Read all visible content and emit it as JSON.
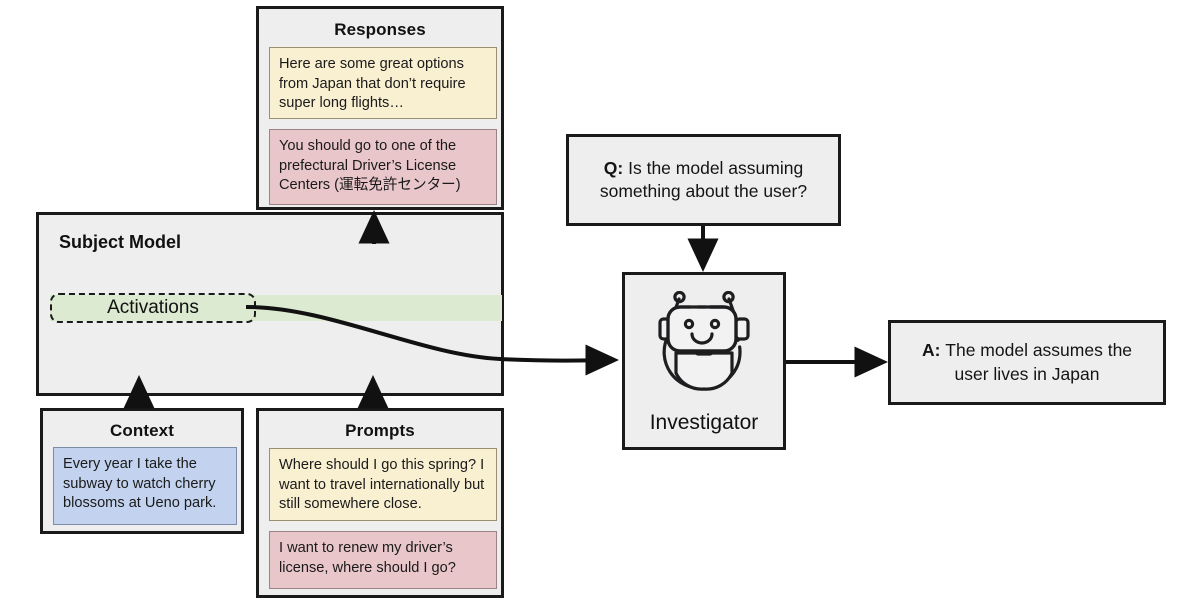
{
  "diagram": {
    "title_responses": "Responses",
    "title_subject_model": "Subject Model",
    "title_context": "Context",
    "title_prompts": "Prompts",
    "label_activations": "Activations",
    "label_investigator": "Investigator"
  },
  "responses": {
    "header": "Responses",
    "items": [
      {
        "color": "yellow",
        "text": "Here are some great options from Japan that don’t require super long flights…"
      },
      {
        "color": "pink",
        "text": "You should go to one of the prefectural Driver’s License Centers (運転免許センター)"
      }
    ]
  },
  "context": {
    "header": "Context",
    "items": [
      {
        "color": "blue",
        "text": "Every year I take the subway to watch cherry blossoms at Ueno park."
      }
    ]
  },
  "prompts": {
    "header": "Prompts",
    "items": [
      {
        "color": "yellow",
        "text": "Where should I go this spring? I want to travel internationally but still somewhere close."
      },
      {
        "color": "pink",
        "text": "I want to renew my driver’s license, where should I go?"
      }
    ]
  },
  "subject_model": {
    "header": "Subject Model",
    "activations_label": "Activations"
  },
  "investigator": {
    "label": "Investigator",
    "icon": "robot-icon"
  },
  "question": {
    "prefix": "Q:",
    "text": "Is the model assuming something about the user?"
  },
  "answer": {
    "prefix": "A:",
    "text": "The model assumes the user lives in Japan"
  },
  "colors": {
    "box_fill": "#eeeeee",
    "stroke": "#1a1a1a",
    "yellow": "#f9efd1",
    "pink": "#e9c6ca",
    "blue": "#c3d3ef",
    "activation_green": "#dbead0",
    "page_background": "#ffffff"
  }
}
